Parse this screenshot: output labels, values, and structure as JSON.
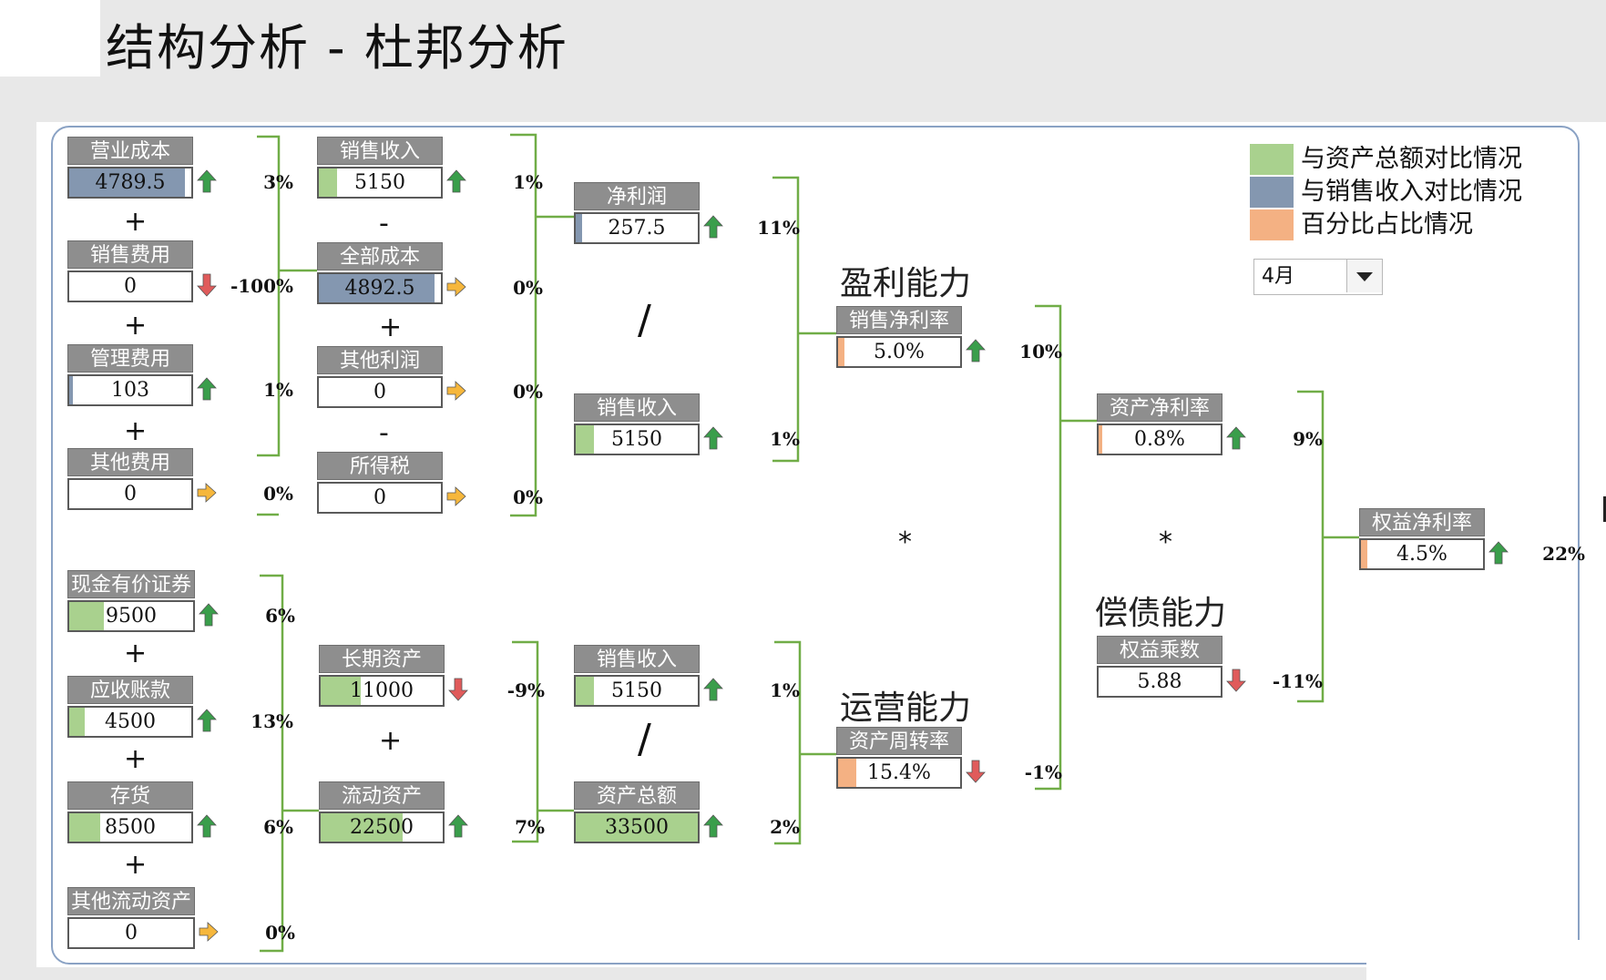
{
  "title": "结构分析  -  杜邦分析",
  "colors": {
    "green": "#a9d18e",
    "blue": "#8497b0",
    "orange": "#f4b183",
    "bracket": "#70ad47",
    "up": "#3a9e4b",
    "down": "#e05b5b",
    "flat": "#f6b73c"
  },
  "legend": {
    "items": [
      {
        "label": "与资产总额对比情况",
        "color": "#a9d18e"
      },
      {
        "label": "与销售收入对比情况",
        "color": "#8497b0"
      },
      {
        "label": "百分比占比情况",
        "color": "#f4b183"
      }
    ],
    "month": "4月"
  },
  "sections": {
    "profit": "盈利能力",
    "operation": "运营能力",
    "solvency": "偿债能力"
  },
  "operators": {
    "plus": "+",
    "minus": "-",
    "divide": "/",
    "multiply": "*"
  },
  "boxes": {
    "operating_cost": {
      "label": "营业成本",
      "value": "4789.5",
      "fill": 0.95,
      "fill_color": "#8497b0",
      "trend": "up",
      "pct": "3%"
    },
    "selling_expense": {
      "label": "销售费用",
      "value": "0",
      "fill": 0,
      "fill_color": "#8497b0",
      "trend": "down",
      "pct": "-100%"
    },
    "admin_expense": {
      "label": "管理费用",
      "value": "103",
      "fill": 0.03,
      "fill_color": "#8497b0",
      "trend": "up",
      "pct": "1%"
    },
    "other_expense": {
      "label": "其他费用",
      "value": "0",
      "fill": 0,
      "fill_color": "#8497b0",
      "trend": "flat",
      "pct": "0%"
    },
    "sales_revenue_1": {
      "label": "销售收入",
      "value": "5150",
      "fill": 0.15,
      "fill_color": "#a9d18e",
      "trend": "up",
      "pct": "1%"
    },
    "total_cost": {
      "label": "全部成本",
      "value": "4892.5",
      "fill": 0.95,
      "fill_color": "#8497b0",
      "trend": "flat",
      "pct": "0%"
    },
    "other_profit": {
      "label": "其他利润",
      "value": "0",
      "fill": 0,
      "fill_color": "#8497b0",
      "trend": "flat",
      "pct": "0%"
    },
    "income_tax": {
      "label": "所得税",
      "value": "0",
      "fill": 0,
      "fill_color": "#8497b0",
      "trend": "flat",
      "pct": "0%"
    },
    "net_profit": {
      "label": "净利润",
      "value": "257.5",
      "fill": 0.05,
      "fill_color": "#8497b0",
      "trend": "up",
      "pct": "11%"
    },
    "sales_revenue_2": {
      "label": "销售收入",
      "value": "5150",
      "fill": 0.15,
      "fill_color": "#a9d18e",
      "trend": "up",
      "pct": "1%"
    },
    "net_profit_margin": {
      "label": "销售净利率",
      "value": "5.0%",
      "fill": 0.05,
      "fill_color": "#f4b183",
      "trend": "up",
      "pct": "10%"
    },
    "roa": {
      "label": "资产净利率",
      "value": "0.8%",
      "fill": 0.01,
      "fill_color": "#f4b183",
      "trend": "up",
      "pct": "9%"
    },
    "roe": {
      "label": "权益净利率",
      "value": "4.5%",
      "fill": 0.05,
      "fill_color": "#f4b183",
      "trend": "up",
      "pct": "22%"
    },
    "cash_securities": {
      "label": "现金有价证券",
      "value": "9500",
      "fill": 0.28,
      "fill_color": "#a9d18e",
      "trend": "up",
      "pct": "6%"
    },
    "receivables": {
      "label": "应收账款",
      "value": "4500",
      "fill": 0.13,
      "fill_color": "#a9d18e",
      "trend": "up",
      "pct": "13%"
    },
    "inventory": {
      "label": "存货",
      "value": "8500",
      "fill": 0.25,
      "fill_color": "#a9d18e",
      "trend": "up",
      "pct": "6%"
    },
    "other_current": {
      "label": "其他流动资产",
      "value": "0",
      "fill": 0,
      "fill_color": "#a9d18e",
      "trend": "flat",
      "pct": "0%"
    },
    "long_term_assets": {
      "label": "长期资产",
      "value": "11000",
      "fill": 0.33,
      "fill_color": "#a9d18e",
      "trend": "down",
      "pct": "-9%"
    },
    "current_assets": {
      "label": "流动资产",
      "value": "22500",
      "fill": 0.67,
      "fill_color": "#a9d18e",
      "trend": "up",
      "pct": "7%"
    },
    "sales_revenue_3": {
      "label": "销售收入",
      "value": "5150",
      "fill": 0.15,
      "fill_color": "#a9d18e",
      "trend": "up",
      "pct": "1%"
    },
    "total_assets": {
      "label": "资产总额",
      "value": "33500",
      "fill": 1.0,
      "fill_color": "#a9d18e",
      "trend": "up",
      "pct": "2%"
    },
    "asset_turnover": {
      "label": "资产周转率",
      "value": "15.4%",
      "fill": 0.15,
      "fill_color": "#f4b183",
      "trend": "down",
      "pct": "-1%"
    },
    "equity_multiplier": {
      "label": "权益乘数",
      "value": "5.88",
      "fill": 0,
      "fill_color": "#f4b183",
      "trend": "down",
      "pct": "-11%"
    }
  }
}
